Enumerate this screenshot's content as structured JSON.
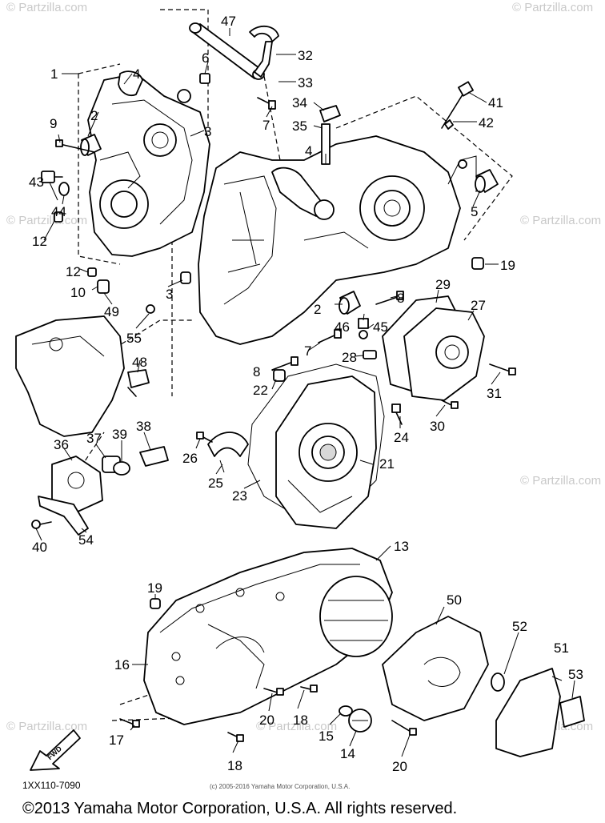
{
  "diagram": {
    "watermark_text": "© Partzilla.com",
    "fwd_label": "FWD",
    "drawing_code": "1XX110-7090",
    "fine_print": "(c) 2005-2016 Yamaha Motor Corporation, U.S.A.",
    "copyright": "©2013 Yamaha Motor Corporation, U.S.A. All rights reserved."
  },
  "callouts": [
    {
      "id": "c1",
      "label": "1"
    },
    {
      "id": "c2a",
      "label": "2"
    },
    {
      "id": "c2b",
      "label": "2"
    },
    {
      "id": "c3a",
      "label": "3"
    },
    {
      "id": "c3b",
      "label": "3"
    },
    {
      "id": "c4a",
      "label": "4"
    },
    {
      "id": "c4b",
      "label": "4"
    },
    {
      "id": "c5",
      "label": "5"
    },
    {
      "id": "c6",
      "label": "6"
    },
    {
      "id": "c7a",
      "label": "7"
    },
    {
      "id": "c7b",
      "label": "7"
    },
    {
      "id": "c8a",
      "label": "8"
    },
    {
      "id": "c8b",
      "label": "8"
    },
    {
      "id": "c9",
      "label": "9"
    },
    {
      "id": "c10",
      "label": "10"
    },
    {
      "id": "c12a",
      "label": "12"
    },
    {
      "id": "c12b",
      "label": "12"
    },
    {
      "id": "c13",
      "label": "13"
    },
    {
      "id": "c14",
      "label": "14"
    },
    {
      "id": "c15",
      "label": "15"
    },
    {
      "id": "c16",
      "label": "16"
    },
    {
      "id": "c17",
      "label": "17"
    },
    {
      "id": "c18a",
      "label": "18"
    },
    {
      "id": "c18b",
      "label": "18"
    },
    {
      "id": "c19a",
      "label": "19"
    },
    {
      "id": "c19b",
      "label": "19"
    },
    {
      "id": "c20a",
      "label": "20"
    },
    {
      "id": "c20b",
      "label": "20"
    },
    {
      "id": "c21",
      "label": "21"
    },
    {
      "id": "c22",
      "label": "22"
    },
    {
      "id": "c23",
      "label": "23"
    },
    {
      "id": "c24",
      "label": "24"
    },
    {
      "id": "c25",
      "label": "25"
    },
    {
      "id": "c26",
      "label": "26"
    },
    {
      "id": "c27",
      "label": "27"
    },
    {
      "id": "c28",
      "label": "28"
    },
    {
      "id": "c29",
      "label": "29"
    },
    {
      "id": "c30",
      "label": "30"
    },
    {
      "id": "c31",
      "label": "31"
    },
    {
      "id": "c32",
      "label": "32"
    },
    {
      "id": "c33",
      "label": "33"
    },
    {
      "id": "c34",
      "label": "34"
    },
    {
      "id": "c35",
      "label": "35"
    },
    {
      "id": "c36",
      "label": "36"
    },
    {
      "id": "c37",
      "label": "37"
    },
    {
      "id": "c38",
      "label": "38"
    },
    {
      "id": "c39",
      "label": "39"
    },
    {
      "id": "c40",
      "label": "40"
    },
    {
      "id": "c41",
      "label": "41"
    },
    {
      "id": "c42",
      "label": "42"
    },
    {
      "id": "c43",
      "label": "43"
    },
    {
      "id": "c44",
      "label": "44"
    },
    {
      "id": "c45",
      "label": "45"
    },
    {
      "id": "c46",
      "label": "46"
    },
    {
      "id": "c47",
      "label": "47"
    },
    {
      "id": "c48",
      "label": "48"
    },
    {
      "id": "c49",
      "label": "49"
    },
    {
      "id": "c50",
      "label": "50"
    },
    {
      "id": "c51",
      "label": "51"
    },
    {
      "id": "c52",
      "label": "52"
    },
    {
      "id": "c53",
      "label": "53"
    },
    {
      "id": "c54",
      "label": "54"
    },
    {
      "id": "c55",
      "label": "55"
    }
  ]
}
